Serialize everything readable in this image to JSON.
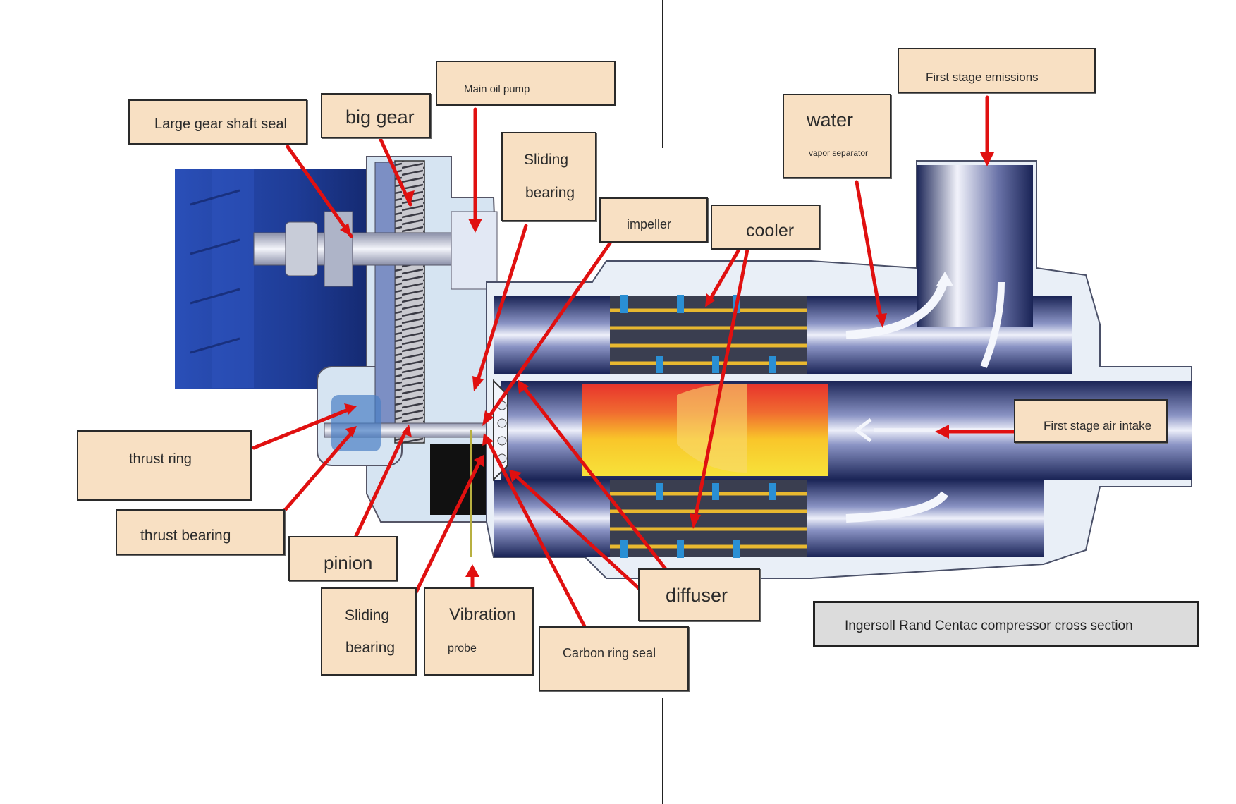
{
  "labels": {
    "large_gear_shaft_seal": "Large gear shaft seal",
    "big_gear": "big gear",
    "main_oil_pump": "Main oil pump",
    "sliding_bearing_top_1": "Sliding",
    "sliding_bearing_top_2": "bearing",
    "impeller": "impeller",
    "cooler": "cooler",
    "water": "water",
    "vapor_separator": "vapor separator",
    "first_stage_emissions": "First stage emissions",
    "first_stage_air_intake": "First stage air intake",
    "thrust_ring": "thrust ring",
    "thrust_bearing": "thrust bearing",
    "pinion": "pinion",
    "sliding_bearing_bottom_1": "Sliding",
    "sliding_bearing_bottom_2": "bearing",
    "vibration": "Vibration",
    "probe": "probe",
    "carbon_ring_seal": "Carbon ring seal",
    "diffuser": "diffuser"
  },
  "caption": "Ingersoll Rand Centac compressor cross section",
  "colors": {
    "label_fill": "#f8e0c3",
    "arrow": "#e01010",
    "housing_blue": "#1e3c96",
    "hot_core": "#f6b21a",
    "caption_fill": "#dcdcdc"
  }
}
